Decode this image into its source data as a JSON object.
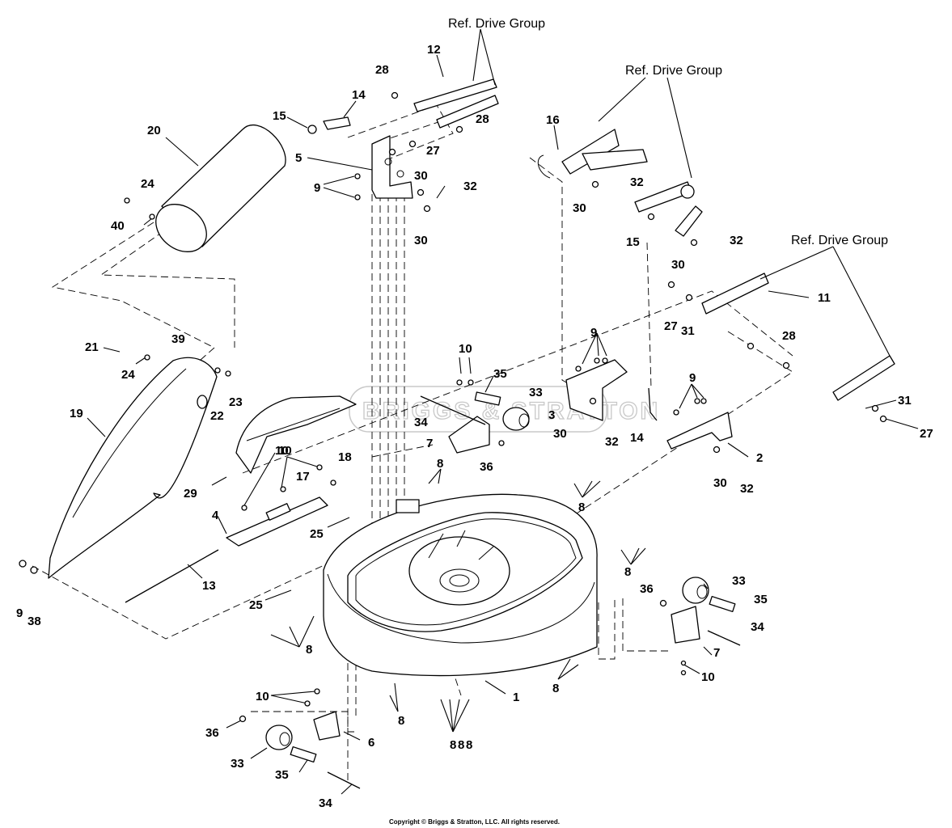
{
  "diagram": {
    "watermark": "BRIGGS & STRATTON",
    "copyright": "Copyright © Briggs & Stratton, LLC. All rights reserved.",
    "ref_labels": [
      "Ref. Drive Group",
      "Ref. Drive Group",
      "Ref. Drive Group"
    ],
    "callouts": [
      "1",
      "2",
      "3",
      "4",
      "5",
      "6",
      "7",
      "7",
      "8",
      "8",
      "8",
      "8",
      "8",
      "8",
      "8",
      "8",
      "8",
      "9",
      "9",
      "9",
      "9",
      "10",
      "10",
      "10",
      "10",
      "10",
      "11",
      "12",
      "13",
      "14",
      "14",
      "15",
      "15",
      "16",
      "17",
      "18",
      "19",
      "20",
      "21",
      "22",
      "23",
      "24",
      "24",
      "25",
      "25",
      "27",
      "27",
      "27",
      "28",
      "28",
      "28",
      "29",
      "30",
      "30",
      "30",
      "30",
      "30",
      "30",
      "31",
      "31",
      "32",
      "32",
      "32",
      "32",
      "32",
      "33",
      "33",
      "33",
      "34",
      "34",
      "34",
      "35",
      "35",
      "35",
      "36",
      "36",
      "36",
      "38",
      "39",
      "40"
    ]
  }
}
